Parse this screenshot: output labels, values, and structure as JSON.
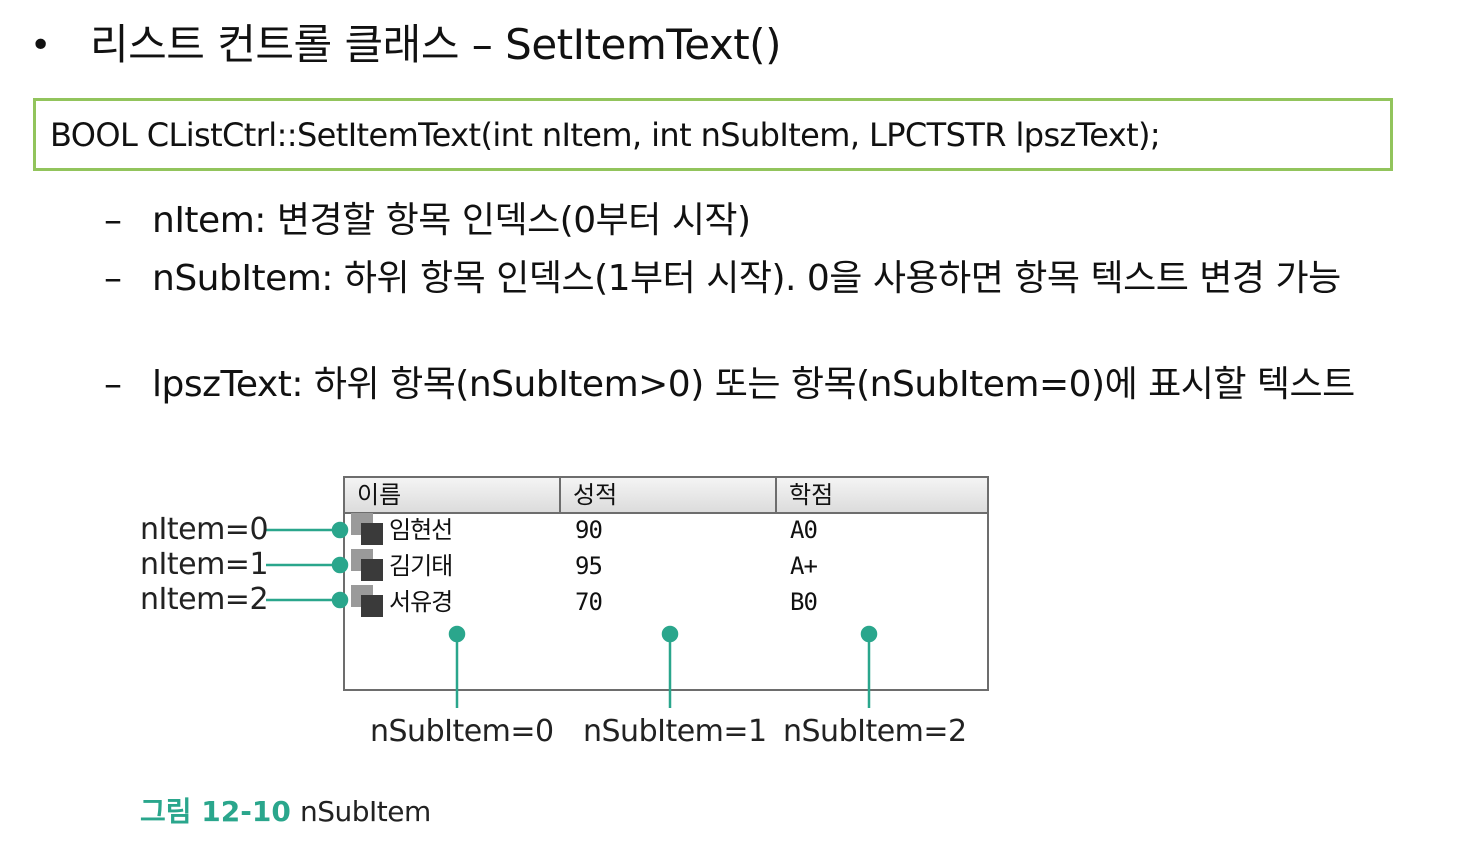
{
  "slide": {
    "bullet": "•",
    "title": "리스트 컨트롤 클래스 – SetItemText()",
    "signature": "BOOL CListCtrl::SetItemText(int nItem, int nSubItem, LPCTSTR lpszText);",
    "params": [
      {
        "dash": "–",
        "text": "nItem: 변경할 항목 인덱스(0부터 시작)"
      },
      {
        "dash": "–",
        "text": "nSubItem: 하위 항목 인덱스(1부터 시작). 0을 사용하면 항목 텍스트 변경 가능"
      },
      {
        "dash": "–",
        "text": "lpszText: 하위 항목(nSubItem>0) 또는 항목(nSubItem=0)에 표시할 텍스트"
      }
    ]
  },
  "figure": {
    "columns": [
      "이름",
      "성적",
      "학점"
    ],
    "rows": [
      [
        "임현선",
        "90",
        "A0"
      ],
      [
        "김기태",
        "95",
        "A+"
      ],
      [
        "서유경",
        "70",
        "B0"
      ]
    ],
    "item_labels": [
      "nItem=0",
      "nItem=1",
      "nItem=2"
    ],
    "subitem_labels": [
      "nSubItem=0",
      "nSubItem=1",
      "nSubItem=2"
    ],
    "caption_number": "그림 12-10",
    "caption_title": "nSubItem",
    "connector_color": "#2aa68c",
    "border_color": "#92c45c"
  }
}
